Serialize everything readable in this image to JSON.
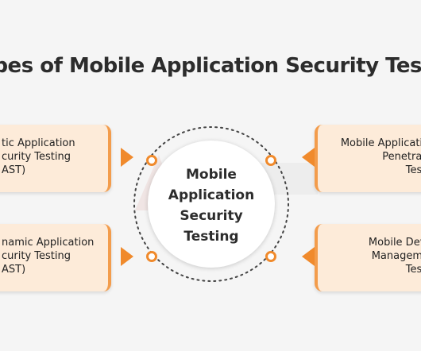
{
  "title": "ypes of Mobile Application Security Testi",
  "center": {
    "lines": [
      "Mobile",
      "Application",
      "Security",
      "Testing"
    ]
  },
  "cards": {
    "top_left": [
      "tic Application",
      "curity Testing",
      "AST)"
    ],
    "bottom_left": [
      "namic Application",
      "curity Testing",
      "AST)"
    ],
    "top_right": [
      "Mobile Applicatio",
      "Penetrati",
      "Testi"
    ],
    "bottom_right": [
      "Mobile Devi",
      "Manageme",
      "Testi"
    ]
  },
  "colors": {
    "accent": "#f08a2c",
    "card_bg": "#fdebd9",
    "background": "#f5f5f5"
  }
}
